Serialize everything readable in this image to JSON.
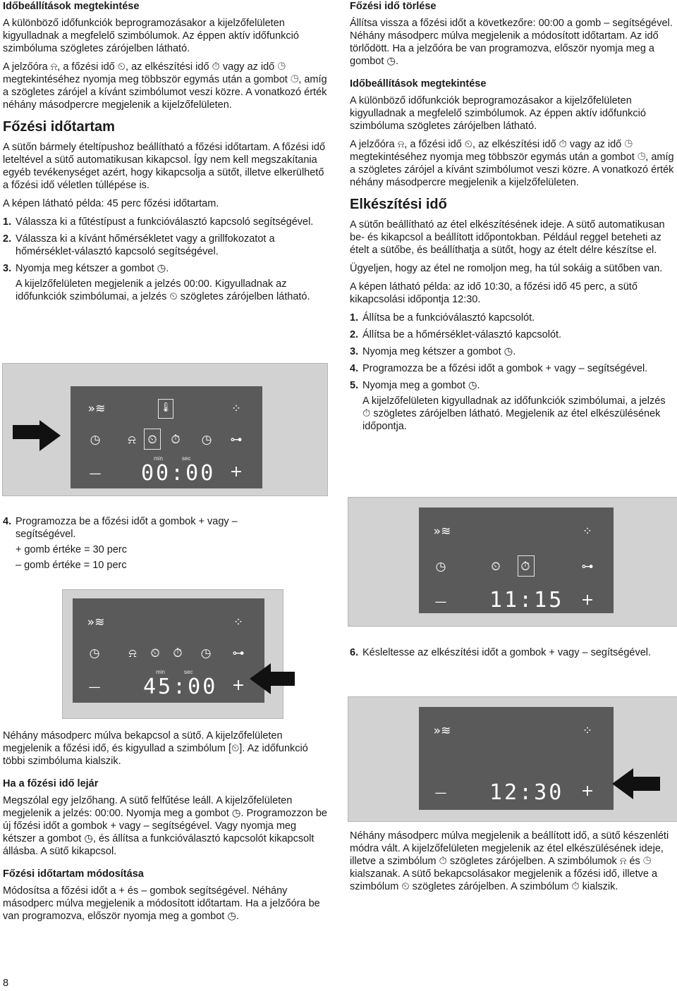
{
  "left": {
    "sec1_title": "Időbeállítások megtekintése",
    "sec1_p1": "A különböző időfunkciók beprogramozásakor a kijelzőfelületen kigyulladnak a megfelelő szimbólumok. Az éppen aktív időfunkció szimbóluma szögletes zárójelben látható.",
    "sec1_p2": "A jelzőóra ⍾, a főzési idő ⏲, az elkészítési idő ⏱ vagy az idő ◷ megtekintéséhez nyomja meg többször egymás után a gombot ◷, amíg a szögletes zárójel a kívánt szimbólumot veszi közre. A vonatkozó érték néhány másodpercre megjelenik a kijelzőfelületen.",
    "sec2_title": "Főzési időtartam",
    "sec2_p1": "A sütőn bármely ételtípushoz beállítható a főzési időtartam. A főzési idő leteltével a sütő automatikusan kikapcsol. Így nem kell megszakítania egyéb tevékenységet azért, hogy kikapcsolja a sütőt, illetve elkerülhető a főzési idő véletlen túllépése is.",
    "sec2_p2": "A képen látható példa: 45 perc főzési időtartam.",
    "steps": [
      {
        "n": "1.",
        "t": "Válassza ki a fűtéstípust a funkcióválasztó kapcsoló segítségével."
      },
      {
        "n": "2.",
        "t": "Válassza ki a kívánt hőmérsékletet vagy a grillfokozatot a hőmérséklet-választó kapcsoló segítségével."
      },
      {
        "n": "3.",
        "t": "Nyomja meg kétszer a gombot ◷."
      }
    ],
    "step3_extra": "A kijelzőfelületen megjelenik a jelzés 00:00. Kigyulladnak az időfunkciók szimbólumai, a jelzés ⏲ szögletes zárójelben látható.",
    "step4_n": "4.",
    "step4_t": "Programozza be a főzési időt a gombok + vagy – segítségével.",
    "step4_plus": "+ gomb értéke = 30 perc",
    "step4_minus": "– gomb értéke = 10 perc",
    "after_p": "Néhány másodperc múlva bekapcsol a sütő. A kijelzőfelületen megjelenik a főzési idő, és kigyullad a szimbólum [⏲]. Az időfunkció többi szimbóluma kialszik.",
    "sec3_title": "Ha a főzési idő lejár",
    "sec3_p": "Megszólal egy jelzőhang. A sütő felfűtése leáll. A kijelzőfelületen megjelenik a jelzés: 00:00. Nyomja meg a gombot ◷. Programozzon be új főzési időt a gombok + vagy – segítségével. Vagy nyomja meg kétszer a gombot ◷, és állítsa a funkcióválasztó kapcsolót kikapcsolt állásba. A sütő kikapcsol.",
    "sec4_title": "Főzési időtartam módosítása",
    "sec4_p": "Módosítsa a főzési időt a + és – gombok segítségével. Néhány másodperc múlva megjelenik a módosított időtartam. Ha a jelzőóra be van programozva, először nyomja meg a gombot ◷.",
    "page_number": "8"
  },
  "right": {
    "sec1_title": "Főzési idő törlése",
    "sec1_p": "Állítsa vissza a főzési időt a következőre: 00:00 a gomb – segítségével. Néhány másodperc múlva megjelenik a módosított időtartam. Az idő törlődött. Ha a jelzőóra be van programozva, először nyomja meg a gombot ◷.",
    "sec2_title": "Időbeállítások megtekintése",
    "sec2_p1": "A különböző időfunkciók beprogramozásakor a kijelzőfelületen kigyulladnak a megfelelő szimbólumok. Az éppen aktív időfunkció szimbóluma szögletes zárójelben látható.",
    "sec2_p2": "A jelzőóra ⍾, a főzési idő ⏲, az elkészítési idő ⏱ vagy az idő ◷ megtekintéséhez nyomja meg többször egymás után a gombot ◷, amíg a szögletes zárójel a kívánt szimbólumot veszi közre. A vonatkozó érték néhány másodpercre megjelenik a kijelzőfelületen.",
    "sec3_title": "Elkészítési idő",
    "sec3_p1": "A sütőn beállítható az étel elkészítésének ideje. A sütő automatikusan be- és kikapcsol a beállított időpontokban. Például reggel beteheti az ételt a sütőbe, és beállíthatja a sütőt, hogy az ételt délre készítse el.",
    "sec3_p2": "Ügyeljen, hogy az étel ne romoljon meg, ha túl sokáig a sütőben van.",
    "sec3_p3": "A képen látható példa: az idő 10:30, a főzési idő 45 perc, a sütő kikapcsolási időpontja 12:30.",
    "steps": [
      {
        "n": "1.",
        "t": "Állítsa be a funkcióválasztó kapcsolót."
      },
      {
        "n": "2.",
        "t": "Állítsa be a hőmérséklet-választó kapcsolót."
      },
      {
        "n": "3.",
        "t": "Nyomja meg kétszer a gombot ◷."
      },
      {
        "n": "4.",
        "t": "Programozza be a főzési időt a gombok + vagy – segítségével."
      },
      {
        "n": "5.",
        "t": "Nyomja meg a gombot ◷."
      }
    ],
    "step5_extra": "A kijelzőfelületen kigyulladnak az időfunkciók szimbólumai, a jelzés ⏱ szögletes zárójelben látható. Megjelenik az étel elkészülésének időpontja.",
    "step6_n": "6.",
    "step6_t": "Késleltesse az elkészítési időt a gombok + vagy – segítségével.",
    "after_p": "Néhány másodperc múlva megjelenik a beállított idő, a sütő készenléti módra vált. A kijelzőfelületen megjelenik az étel elkészülésének ideje, illetve a szimbólum ⏱ szögletes zárójelben. A szimbólumok ⍾ és ◷ kialszanak. A sütő bekapcsolásakor megjelenik a főzési idő, illetve a szimbólum ⏲ szögletes zárójelben. A szimbólum ⏱ kialszik."
  },
  "panels": {
    "p1": {
      "time": "00:00",
      "min": "min",
      "sec": "sec"
    },
    "p2": {
      "time": "45:00",
      "min": "min",
      "sec": "sec"
    },
    "p3": {
      "time": "11:15"
    },
    "p4": {
      "time": "12:30"
    },
    "icons": {
      "heat": "»≋",
      "thermo": "🌡",
      "dots": "⁘",
      "clock": "◷",
      "bell": "⍾",
      "cook": "⏲",
      "end": "⏱",
      "key": "⊶",
      "minus": "—",
      "plus": "+"
    }
  }
}
